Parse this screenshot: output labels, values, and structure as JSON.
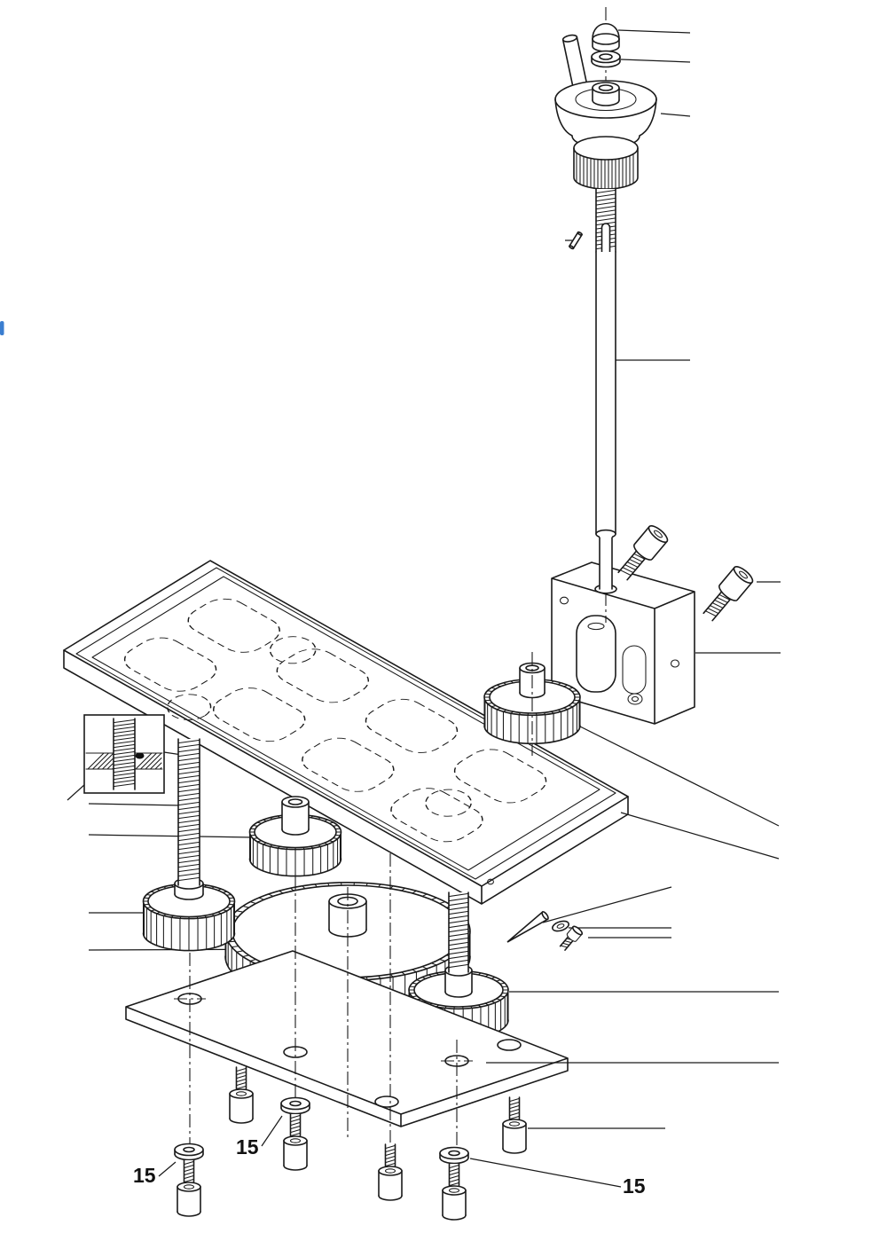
{
  "figure": {
    "type": "exploded-parts-diagram",
    "background": "#ffffff",
    "line_color": "#1a1a1a",
    "artifact_color": "#3b7ed0"
  },
  "labels": {
    "callout_1": "15",
    "callout_2": "15",
    "callout_3": "15"
  }
}
